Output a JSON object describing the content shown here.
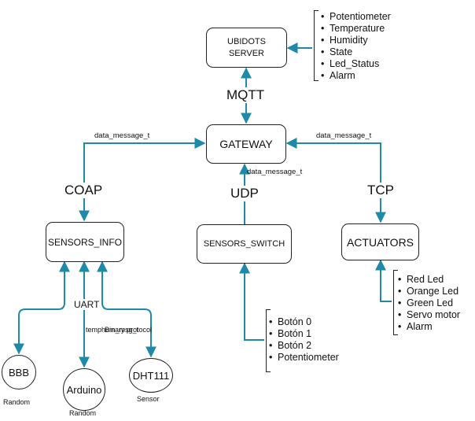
{
  "nodes": {
    "ubidots_line1": "UBIDOTS",
    "ubidots_line2": "SERVER",
    "gateway": "GATEWAY",
    "sensors_info": "SENSORS_INFO",
    "sensors_switch": "SENSORS_SWITCH",
    "actuators": "ACTUATORS",
    "bbb": "BBB",
    "arduino": "Arduino",
    "dht": "DHT111"
  },
  "labels": {
    "mqtt": "MQTT",
    "coap": "COAP",
    "udp": "UDP",
    "tcp": "TCP",
    "uart": "UART",
    "msg_coap": "data_message_t",
    "msg_udp": "data_message_t",
    "msg_tcp": "data_message_t",
    "temphum": "temphum_msg_t",
    "binary": "Binary protocol",
    "bbb_sub": "Random",
    "arduino_sub": "Random",
    "dht_sub": "Sensor"
  },
  "lists": {
    "server_vars": [
      "Potentiometer",
      "Temperature",
      "Humidity",
      "State",
      "Led_Status",
      "Alarm"
    ],
    "actuator_items": [
      "Red Led",
      "Orange Led",
      "Green Led",
      "Servo motor",
      "Alarm"
    ],
    "switch_items": [
      "Botón 0",
      "Botón 1",
      "Botón 2",
      "Potentiometer"
    ]
  },
  "colors": {
    "connector": "#1f8aa8",
    "border": "#222222"
  }
}
